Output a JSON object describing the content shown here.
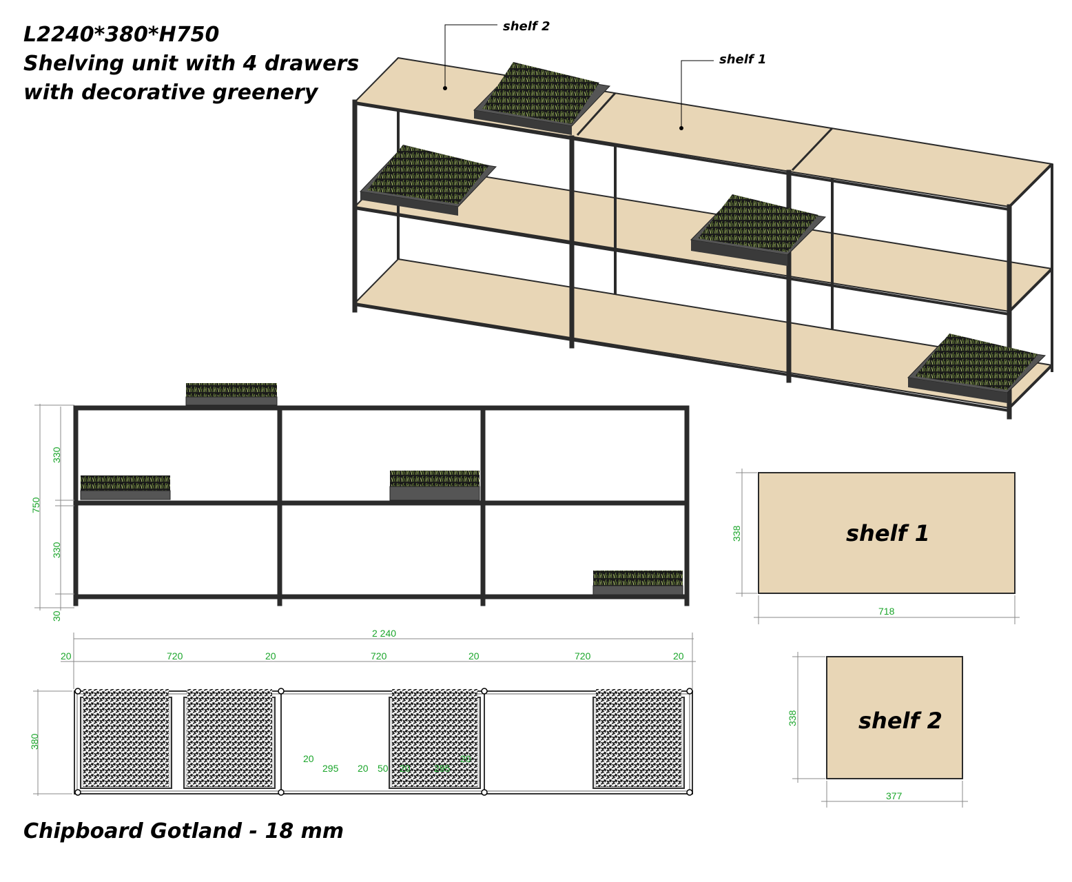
{
  "title": {
    "line1": "L2240*380*H750",
    "line2": "Shelving unit with 4 drawers",
    "line3": "with decorative greenery"
  },
  "callouts": {
    "shelf2": "shelf 2",
    "shelf1": "shelf 1"
  },
  "front_view": {
    "total_height": "750",
    "upper_gap": "330",
    "lower_gap": "330",
    "leg": "30"
  },
  "plan_view": {
    "total_length": "2 240",
    "segments": [
      "20",
      "720",
      "20",
      "720",
      "20",
      "720",
      "20"
    ],
    "depth": "380",
    "detail": [
      "20",
      "295",
      "20",
      "50",
      "20",
      "295",
      "20"
    ]
  },
  "panels": {
    "shelf1": {
      "label": "shelf 1",
      "width": "718",
      "depth": "338"
    },
    "shelf2": {
      "label": "shelf 2",
      "width": "377",
      "depth": "338"
    }
  },
  "material": "Chipboard Gotland - 18 mm",
  "colors": {
    "board": "#e8d6b6",
    "frame": "#2b2b2b",
    "dimension": "#1aa52a"
  }
}
